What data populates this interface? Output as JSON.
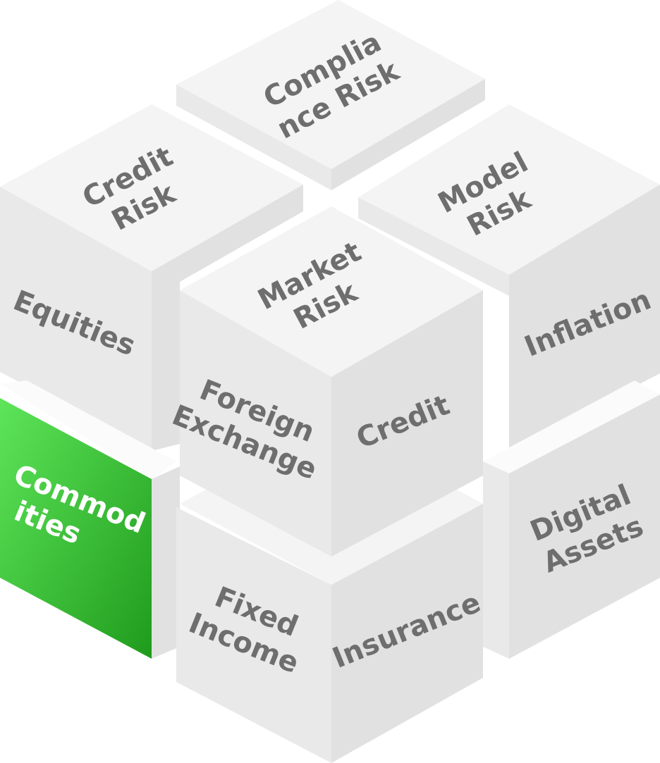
{
  "cube": {
    "labels": {
      "compliance_risk": [
        "Complia",
        "nce Risk"
      ],
      "credit_risk": [
        "Credit",
        "Risk"
      ],
      "model_risk": [
        "Model",
        "Risk"
      ],
      "market_risk": [
        "Market",
        "Risk"
      ],
      "equities": "Equities",
      "inflation": "Inflation",
      "foreign_exchange": [
        "Foreign",
        "Exchange"
      ],
      "credit": "Credit",
      "commodities": [
        "Commod",
        "ities"
      ],
      "digital_assets": [
        "Digital",
        "Assets"
      ],
      "fixed_income": [
        "Fixed",
        "Income"
      ],
      "insurance": "Insurance"
    },
    "highlighted": "commodities",
    "colors": {
      "highlight_start": "#5ee55a",
      "highlight_end": "#1f9b1c",
      "label": "#6e6e6e",
      "label_active": "#ffffff"
    }
  }
}
